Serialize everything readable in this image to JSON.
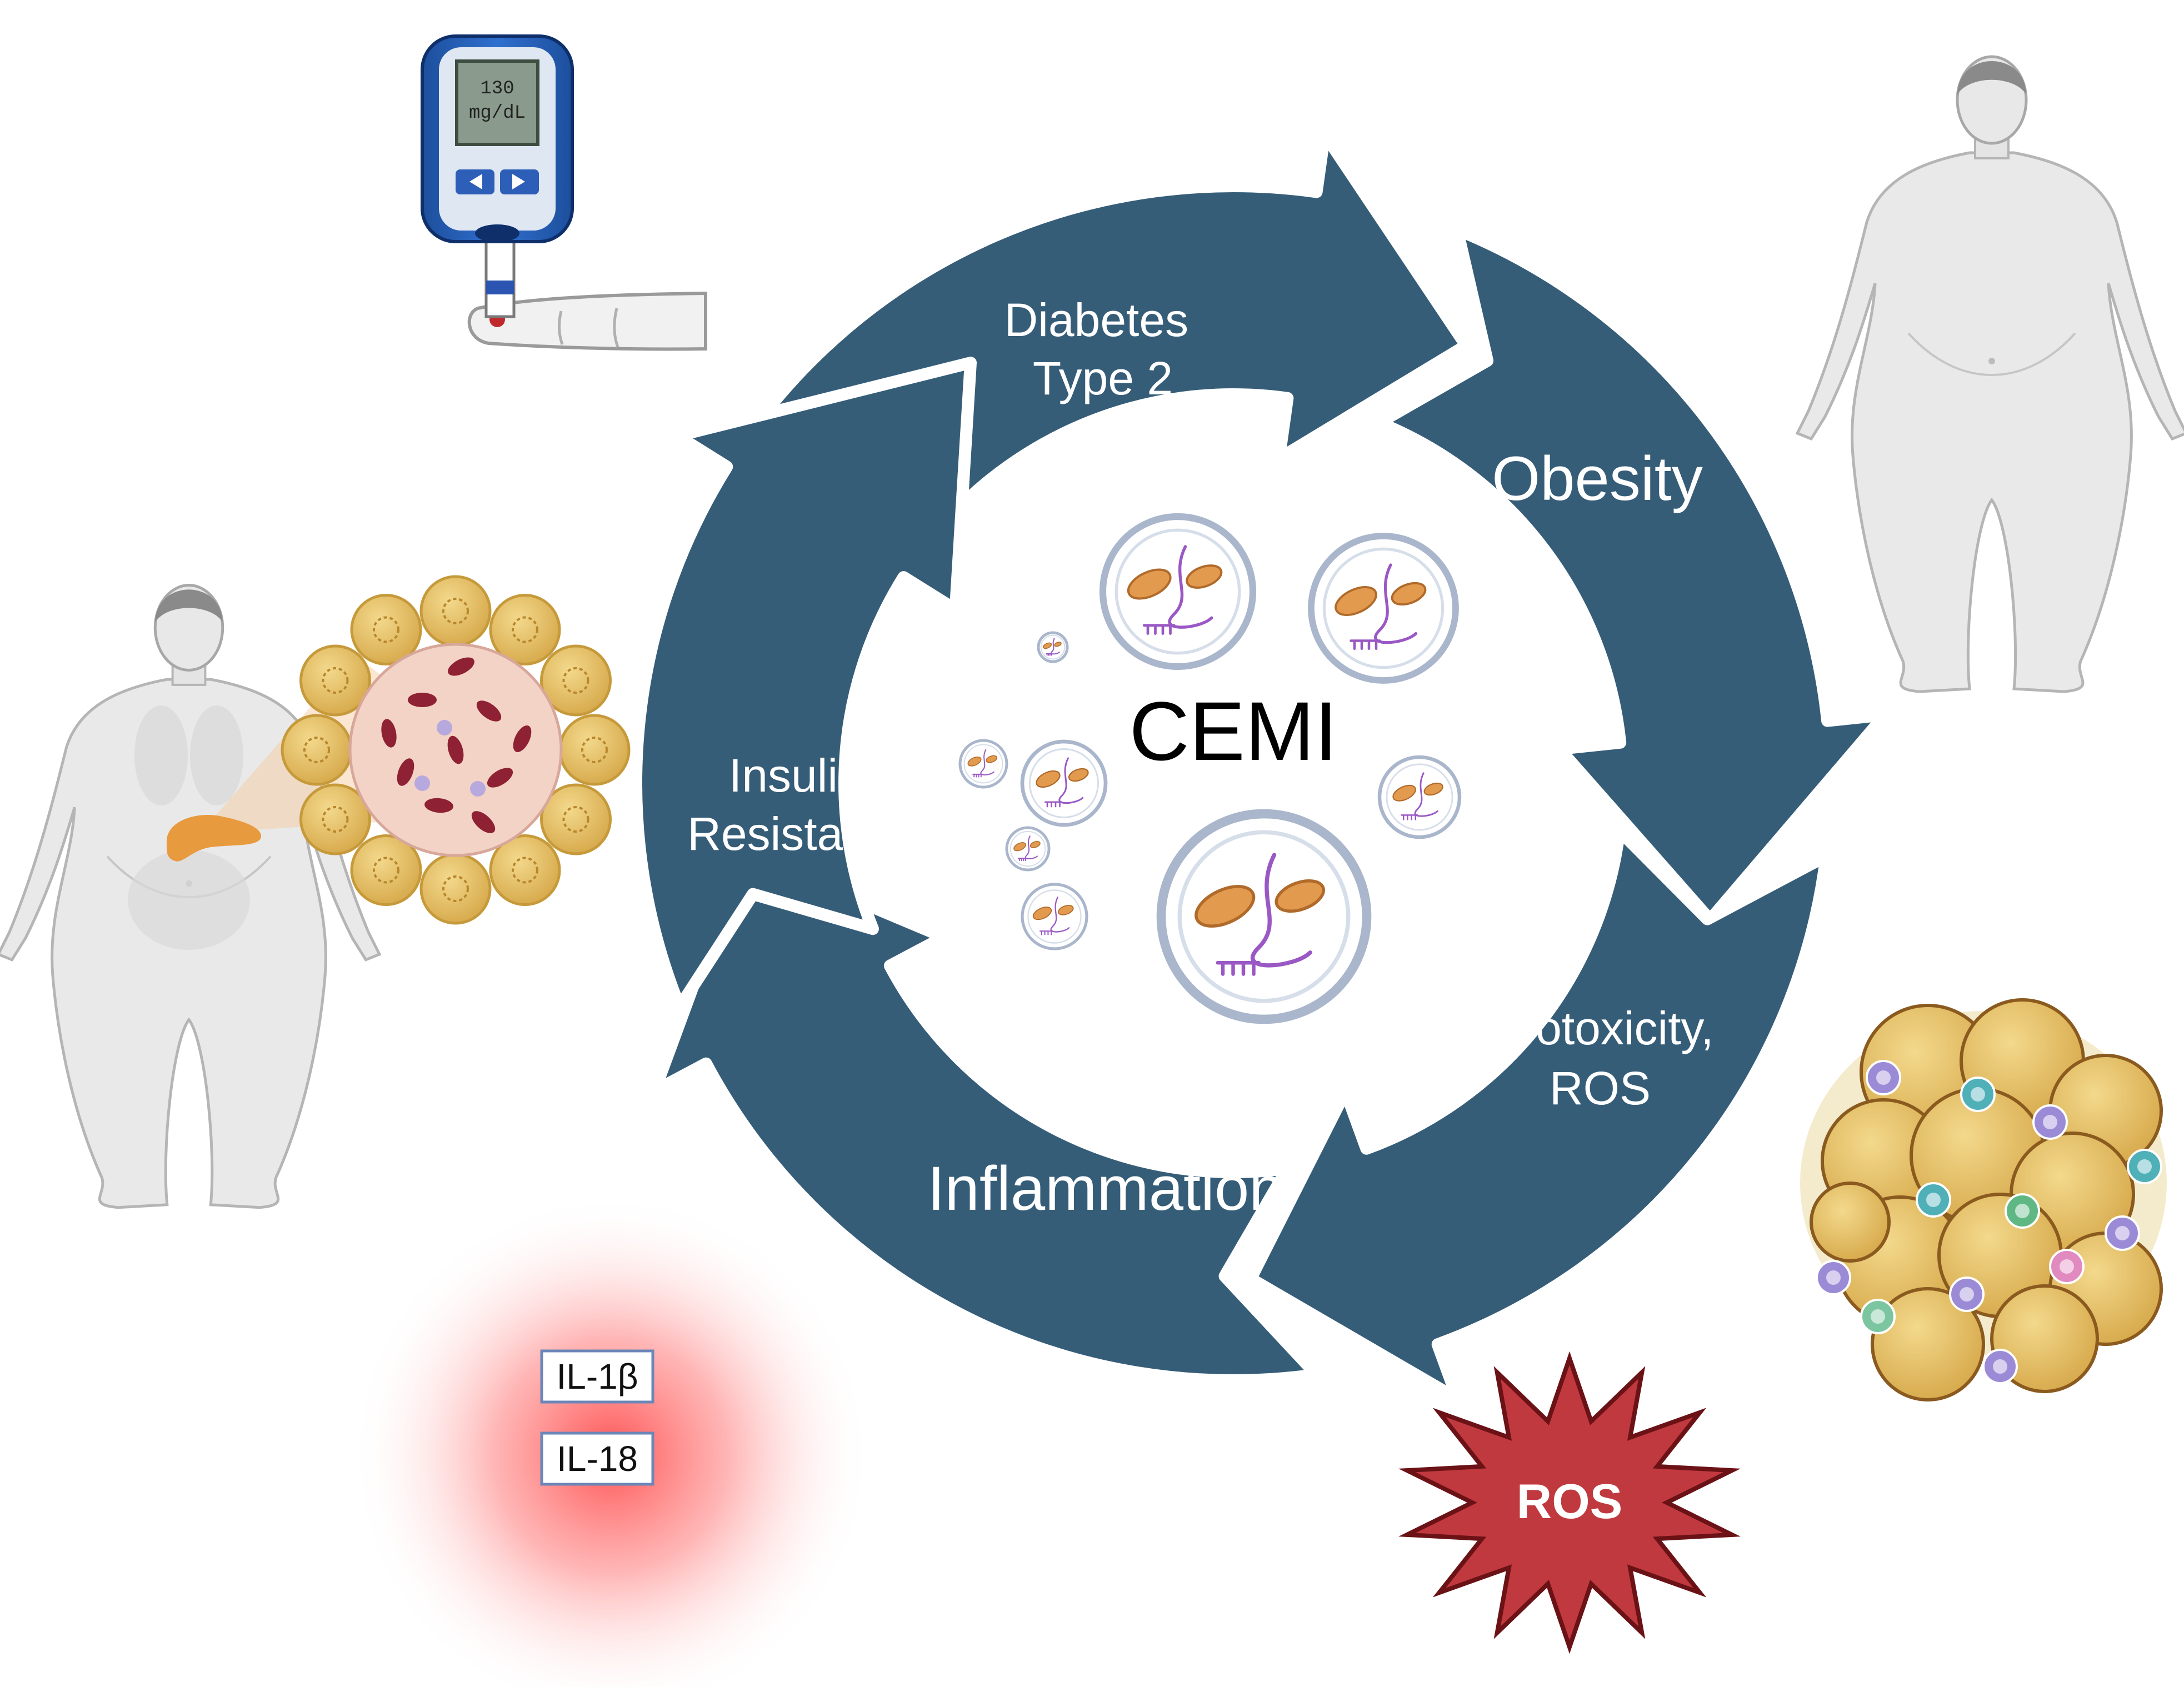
{
  "diagram": {
    "center_label": "CEMI",
    "cycle": [
      {
        "id": "diabetes",
        "lines": [
          "Diabetes",
          "Type 2"
        ]
      },
      {
        "id": "obesity",
        "lines": [
          "Obesity"
        ]
      },
      {
        "id": "lipotoxicity",
        "lines": [
          "Lipotoxicity,",
          "ROS"
        ]
      },
      {
        "id": "inflammation",
        "lines": [
          "Inflammation"
        ]
      },
      {
        "id": "insulin",
        "lines": [
          "Insulin",
          "Resistance"
        ]
      }
    ],
    "glucometer": {
      "value": "130",
      "unit": "mg/dL"
    },
    "cytokines": [
      "IL-1β",
      "IL-18"
    ],
    "ros_burst": "ROS",
    "colors": {
      "arrow": "#365d78",
      "vesicle_ring": "#a9b6cb",
      "mitochondria": "#e29a4f",
      "rna": "#9a58c4",
      "ros_star": "#c0393f",
      "inflammation_glow": "#ff5a5a",
      "adipocyte": "#e8c571"
    },
    "icons": [
      "glucometer-icon",
      "obese-body-icon",
      "pancreas-body-icon",
      "adipose-tissue-icon",
      "ros-burst-icon",
      "cytokine-glow-icon",
      "vesicle-icon",
      "mitochondrion-icon",
      "rna-strand-icon"
    ]
  }
}
